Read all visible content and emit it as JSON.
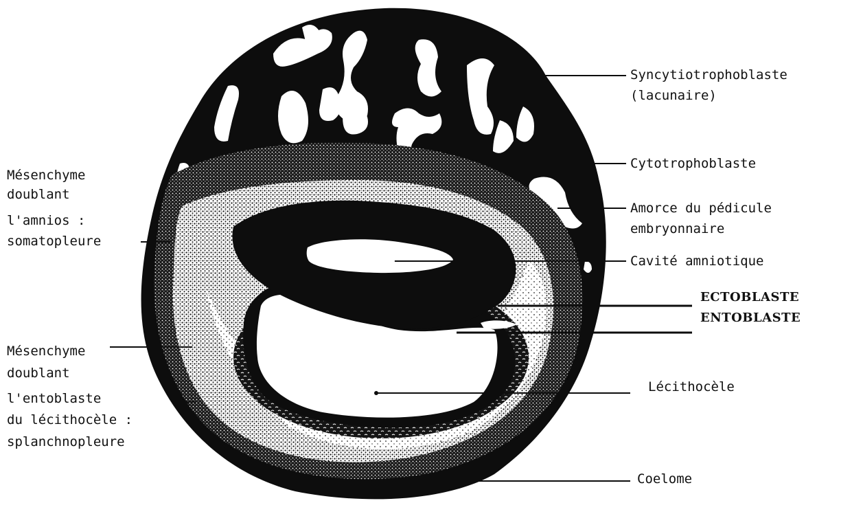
{
  "diagram": {
    "labels": {
      "syncytio_1": "Syncytiotrophoblaste",
      "syncytio_2": "(lacunaire)",
      "cytotropho": "Cytotrophoblaste",
      "amorce_1": "Amorce du pédicule",
      "amorce_2": "embryonnaire",
      "cavite": "Cavité amniotique",
      "ectoblaste": "ECTOBLASTE",
      "entoblaste": "ENTOBLASTE",
      "lecithocele": "Lécithocèle",
      "coelome": "Coelome",
      "mes_amnios_1": "Mésenchyme",
      "mes_amnios_2": "doublant",
      "mes_amnios_3": "l'amnios :",
      "mes_amnios_4": "somatopleure",
      "mes_ento_1": "Mésenchyme",
      "mes_ento_2": "doublant",
      "mes_ento_3": "l'entoblaste",
      "mes_ento_4": "du lécithocèle :",
      "mes_ento_5": "splanchnopleure"
    },
    "colors": {
      "ink": "#0d0d0d",
      "paper": "#ffffff",
      "stipple_light": "#e6e6e6",
      "stipple_mid": "#b9b9b9",
      "stipple_dark": "#6e6e6e"
    }
  }
}
